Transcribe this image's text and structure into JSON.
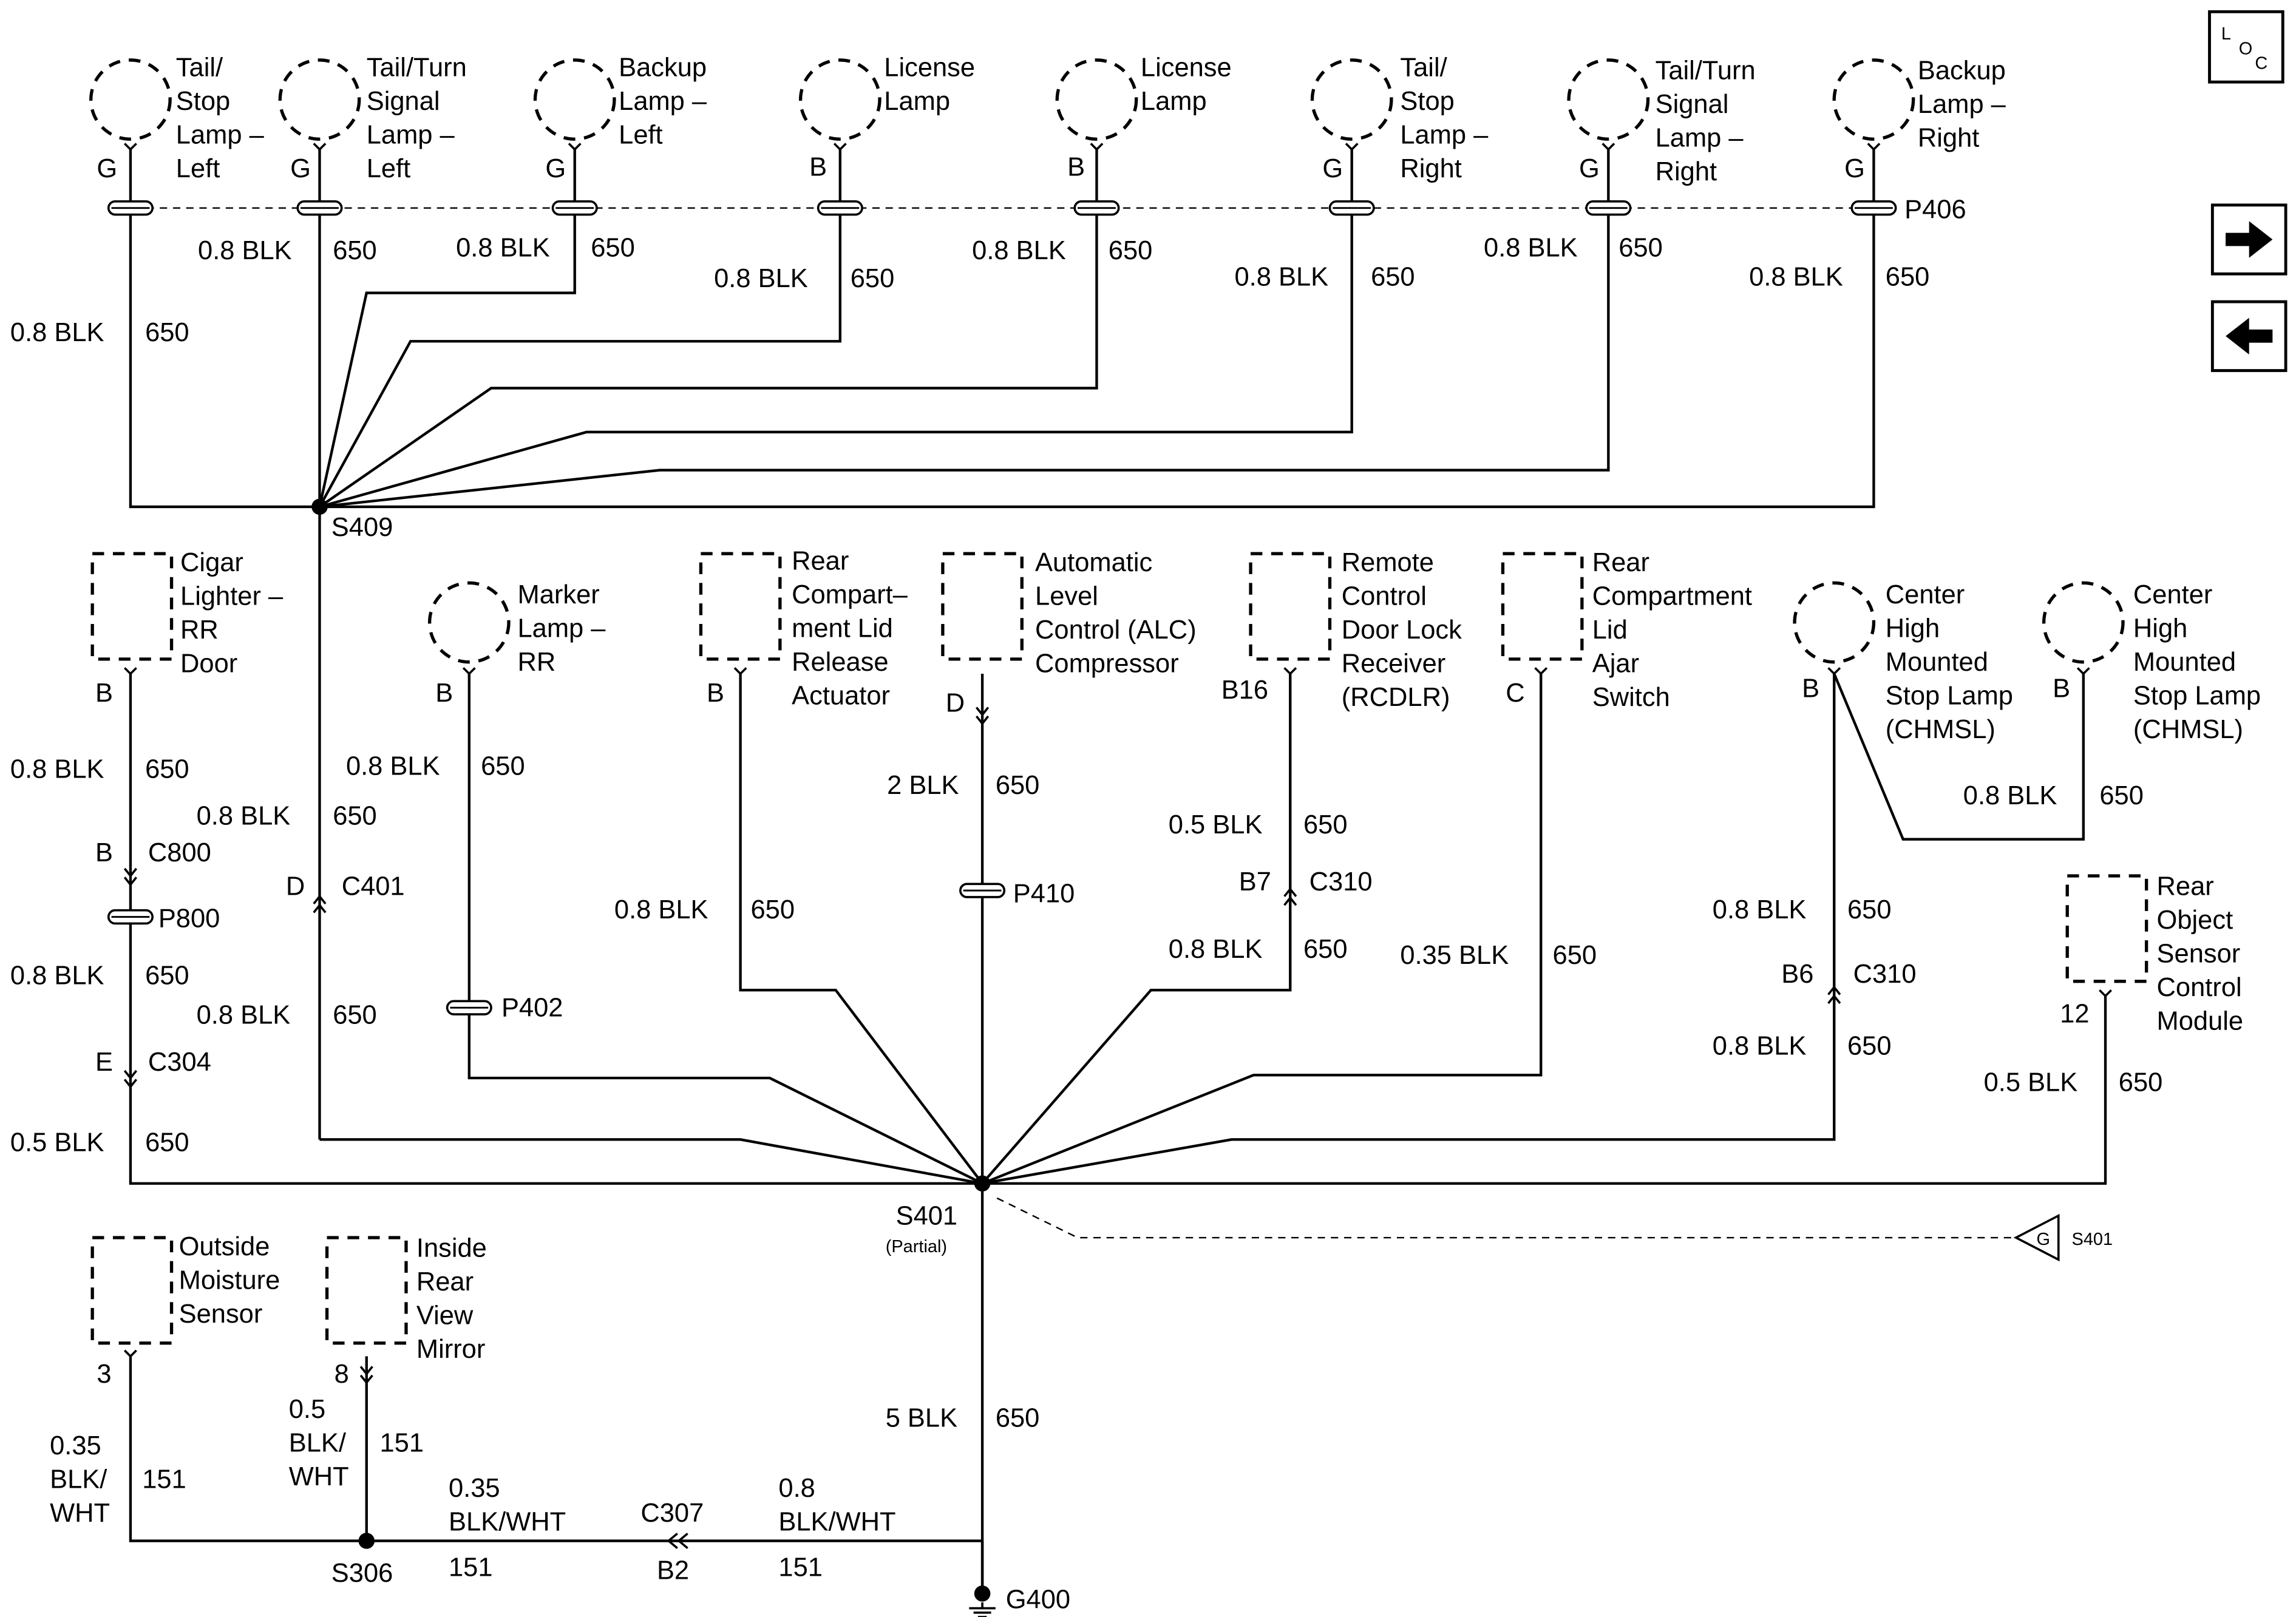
{
  "nav": {
    "loc": [
      "L",
      "O",
      "C"
    ],
    "next": "next-page",
    "prev": "previous-page"
  },
  "components": {
    "tail_stop_left": [
      "Tail/",
      "Stop",
      "Lamp –",
      "Left"
    ],
    "tail_turn_left": [
      "Tail/Turn",
      "Signal",
      "Lamp –",
      "Left"
    ],
    "backup_left": [
      "Backup",
      "Lamp –",
      "Left"
    ],
    "license_1": [
      "License",
      "Lamp"
    ],
    "license_2": [
      "License",
      "Lamp"
    ],
    "tail_stop_right": [
      "Tail/",
      "Stop",
      "Lamp –",
      "Right"
    ],
    "tail_turn_right": [
      "Tail/Turn",
      "Signal",
      "Lamp –",
      "Right"
    ],
    "backup_right": [
      "Backup",
      "Lamp –",
      "Right"
    ],
    "cigar": [
      "Cigar",
      "Lighter –",
      "RR",
      "Door"
    ],
    "marker": [
      "Marker",
      "Lamp –",
      "RR"
    ],
    "lid_release": [
      "Rear",
      "Compart–",
      "ment Lid",
      "Release",
      "Actuator"
    ],
    "alc": [
      "Automatic",
      "Level",
      "Control (ALC)",
      "Compressor"
    ],
    "rcdlr": [
      "Remote",
      "Control",
      "Door Lock",
      "Receiver",
      "(RCDLR)"
    ],
    "ajar": [
      "Rear",
      "Compartment",
      "Lid",
      "Ajar",
      "Switch"
    ],
    "chmsl_1": [
      "Center",
      "High",
      "Mounted",
      "Stop Lamp",
      "(CHMSL)"
    ],
    "chmsl_2": [
      "Center",
      "High",
      "Mounted",
      "Stop Lamp",
      "(CHMSL)"
    ],
    "rear_object": [
      "Rear",
      "Object",
      "Sensor",
      "Control",
      "Module"
    ],
    "moisture": [
      "Outside",
      "Moisture",
      "Sensor"
    ],
    "mirror": [
      "Inside",
      "Rear",
      "View",
      "Mirror"
    ]
  },
  "pins": {
    "g": "G",
    "b": "B",
    "c": "C",
    "d": "D",
    "b16": "B16",
    "p12": "12",
    "p3": "3",
    "p8": "8",
    "e": "E"
  },
  "wires": {
    "blk08": "0.8 BLK",
    "blk05": "0.5 BLK",
    "blk035": "0.35 BLK",
    "blk2": "2 BLK",
    "blk5": "5 BLK",
    "c650": "650",
    "c151": "151",
    "w035": "0.35",
    "w05": "0.5",
    "w08": "0.8",
    "blkslash": "BLK/",
    "wht": "WHT",
    "blkwht": "BLK/WHT"
  },
  "connectors": {
    "p406": "P406",
    "p800": "P800",
    "p402": "P402",
    "p410": "P410",
    "c800": "C800",
    "c401": "C401",
    "c304": "C304",
    "c310": "C310",
    "c307": "C307",
    "b7": "B7",
    "b6": "B6",
    "b2": "B2"
  },
  "splices": {
    "s409": "S409",
    "s401": "S401",
    "partial": "(Partial)",
    "s306": "S306",
    "g400": "G400",
    "ref_g": "G",
    "ref_s401": "S401"
  }
}
